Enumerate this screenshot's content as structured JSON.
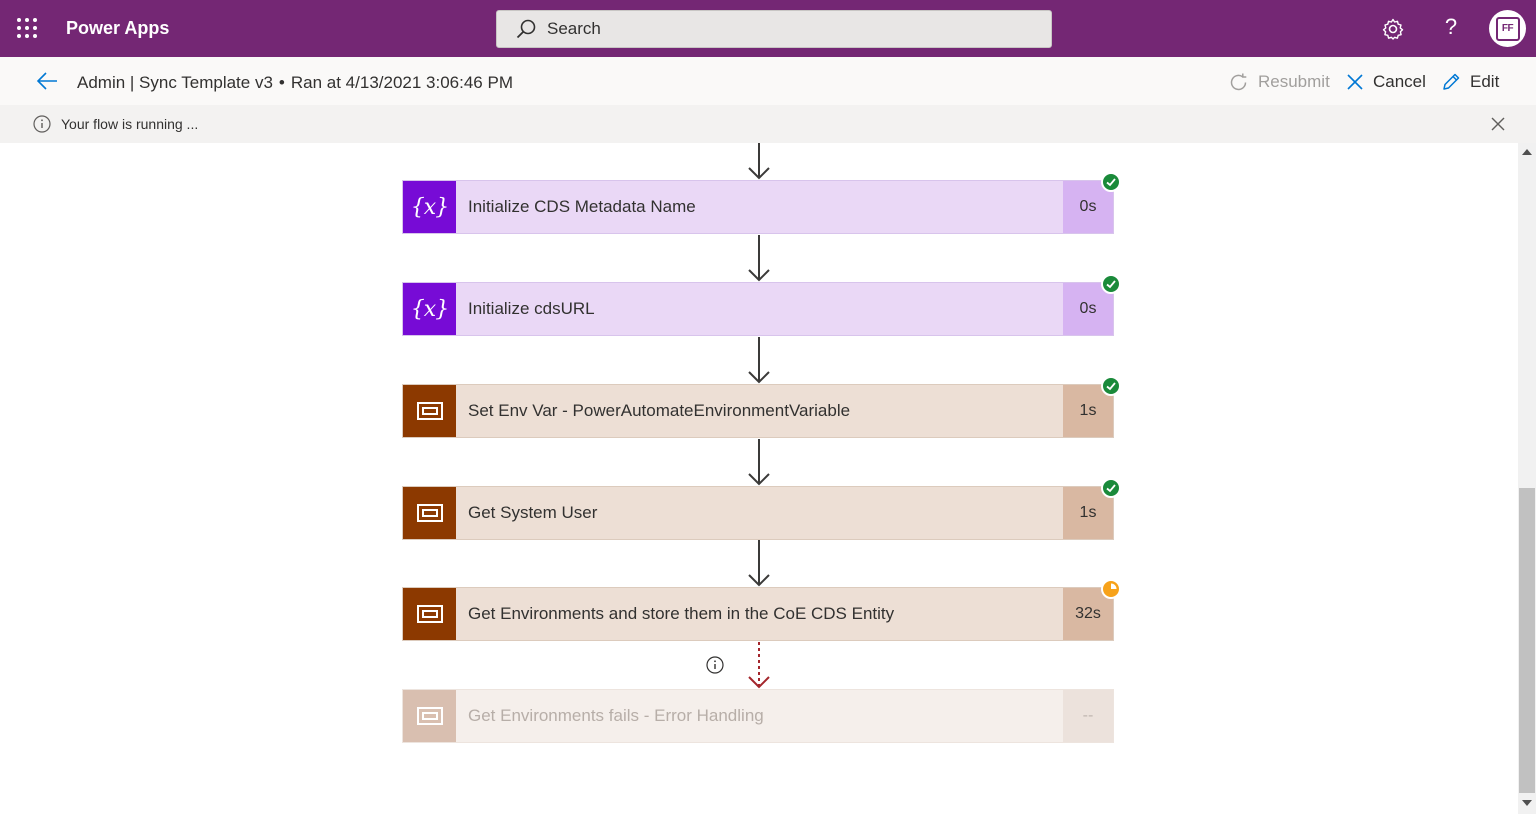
{
  "app": {
    "name": "Power Apps"
  },
  "search": {
    "placeholder": "Search"
  },
  "header": {
    "breadcrumb": "Admin | Sync Template v3",
    "separator": "•",
    "run_info": "Ran at 4/13/2021 3:06:46 PM",
    "avatar_initials": "FF"
  },
  "commands": {
    "resubmit": "Resubmit",
    "cancel": "Cancel",
    "edit": "Edit"
  },
  "info_bar": {
    "message": "Your flow is running ..."
  },
  "help_label": "?",
  "steps": [
    {
      "title": "Initialize CDS Metadata Name",
      "duration": "0s",
      "kind": "variable",
      "status": "succeeded"
    },
    {
      "title": "Initialize cdsURL",
      "duration": "0s",
      "kind": "variable",
      "status": "succeeded"
    },
    {
      "title": "Set Env Var - PowerAutomateEnvironmentVariable",
      "duration": "1s",
      "kind": "child-flow",
      "status": "succeeded"
    },
    {
      "title": "Get System User",
      "duration": "1s",
      "kind": "child-flow",
      "status": "succeeded"
    },
    {
      "title": "Get Environments and store them in the CoE CDS Entity",
      "duration": "32s",
      "kind": "child-flow",
      "status": "running"
    },
    {
      "title": "Get Environments fails - Error Handling",
      "duration": "--",
      "kind": "child-flow",
      "status": "waiting"
    }
  ],
  "colors": {
    "brand": "#742774",
    "variable_icon": "#770bd6",
    "flow_icon": "#8c3900",
    "success": "#1a8a3a",
    "running": "#f7a21a",
    "error_path": "#a4262c"
  }
}
